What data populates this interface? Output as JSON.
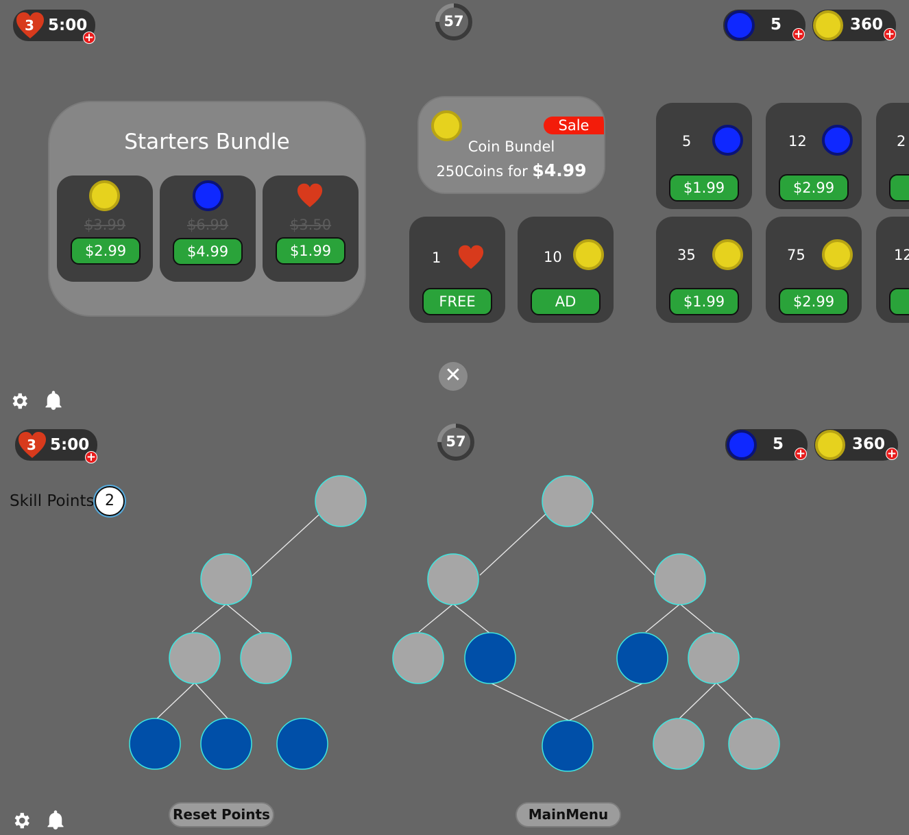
{
  "hud_top": {
    "lives": "3",
    "life_timer": "5:00",
    "level": "57",
    "gems": "5",
    "coins": "360"
  },
  "hud_bottom": {
    "lives": "3",
    "life_timer": "5:00",
    "level": "57",
    "gems": "5",
    "coins": "360"
  },
  "level_progress_fraction": 0.75,
  "plus_symbol": "+",
  "colors": {
    "background": "#666666",
    "pill": "#303030",
    "coin": "#e6d21e",
    "gem": "#0f28ff",
    "heart": "#d83a1c",
    "buy_button": "#2aa33a",
    "sale": "#f31c0a",
    "node_locked": "#a6a6a6",
    "node_unlocked": "#004fa8",
    "node_outline": "#3ee6e0"
  },
  "shop": {
    "starters_bundle": {
      "title": "Starters Bundle",
      "items": [
        {
          "icon": "coin-icon",
          "old_price": "$3.99",
          "price": "$2.99"
        },
        {
          "icon": "gem-icon",
          "old_price": "$6.99",
          "price": "$4.99"
        },
        {
          "icon": "heart-icon",
          "old_price": "$3.50",
          "price": "$1.99"
        }
      ]
    },
    "coin_deal": {
      "sale_label": "Sale",
      "name": "Coin Bundel",
      "offer_text": "250Coins for",
      "offer_price": "$4.99"
    },
    "free_items": [
      {
        "qty": "1",
        "icon": "heart-icon",
        "button": "FREE"
      },
      {
        "qty": "10",
        "icon": "coin-icon",
        "button": "AD"
      }
    ],
    "gem_packs": [
      {
        "qty": "5",
        "price": "$1.99"
      },
      {
        "qty": "12",
        "price": "$2.99"
      },
      {
        "qty": "2",
        "price": "$"
      }
    ],
    "coin_packs": [
      {
        "qty": "35",
        "price": "$1.99"
      },
      {
        "qty": "75",
        "price": "$2.99"
      },
      {
        "qty": "12",
        "price": "$"
      }
    ],
    "close_symbol": "✕"
  },
  "skills": {
    "label": "Skill Points",
    "points": "2",
    "left_tree_states": [
      "locked",
      "locked",
      "locked",
      "locked",
      "unlocked",
      "unlocked",
      "unlocked"
    ],
    "right_tree_states": [
      "locked",
      "locked",
      "locked",
      "locked",
      "unlocked",
      "unlocked",
      "locked",
      "unlocked",
      "locked",
      "locked"
    ],
    "reset_button": "Reset Points",
    "main_menu_button": "MainMenu"
  }
}
